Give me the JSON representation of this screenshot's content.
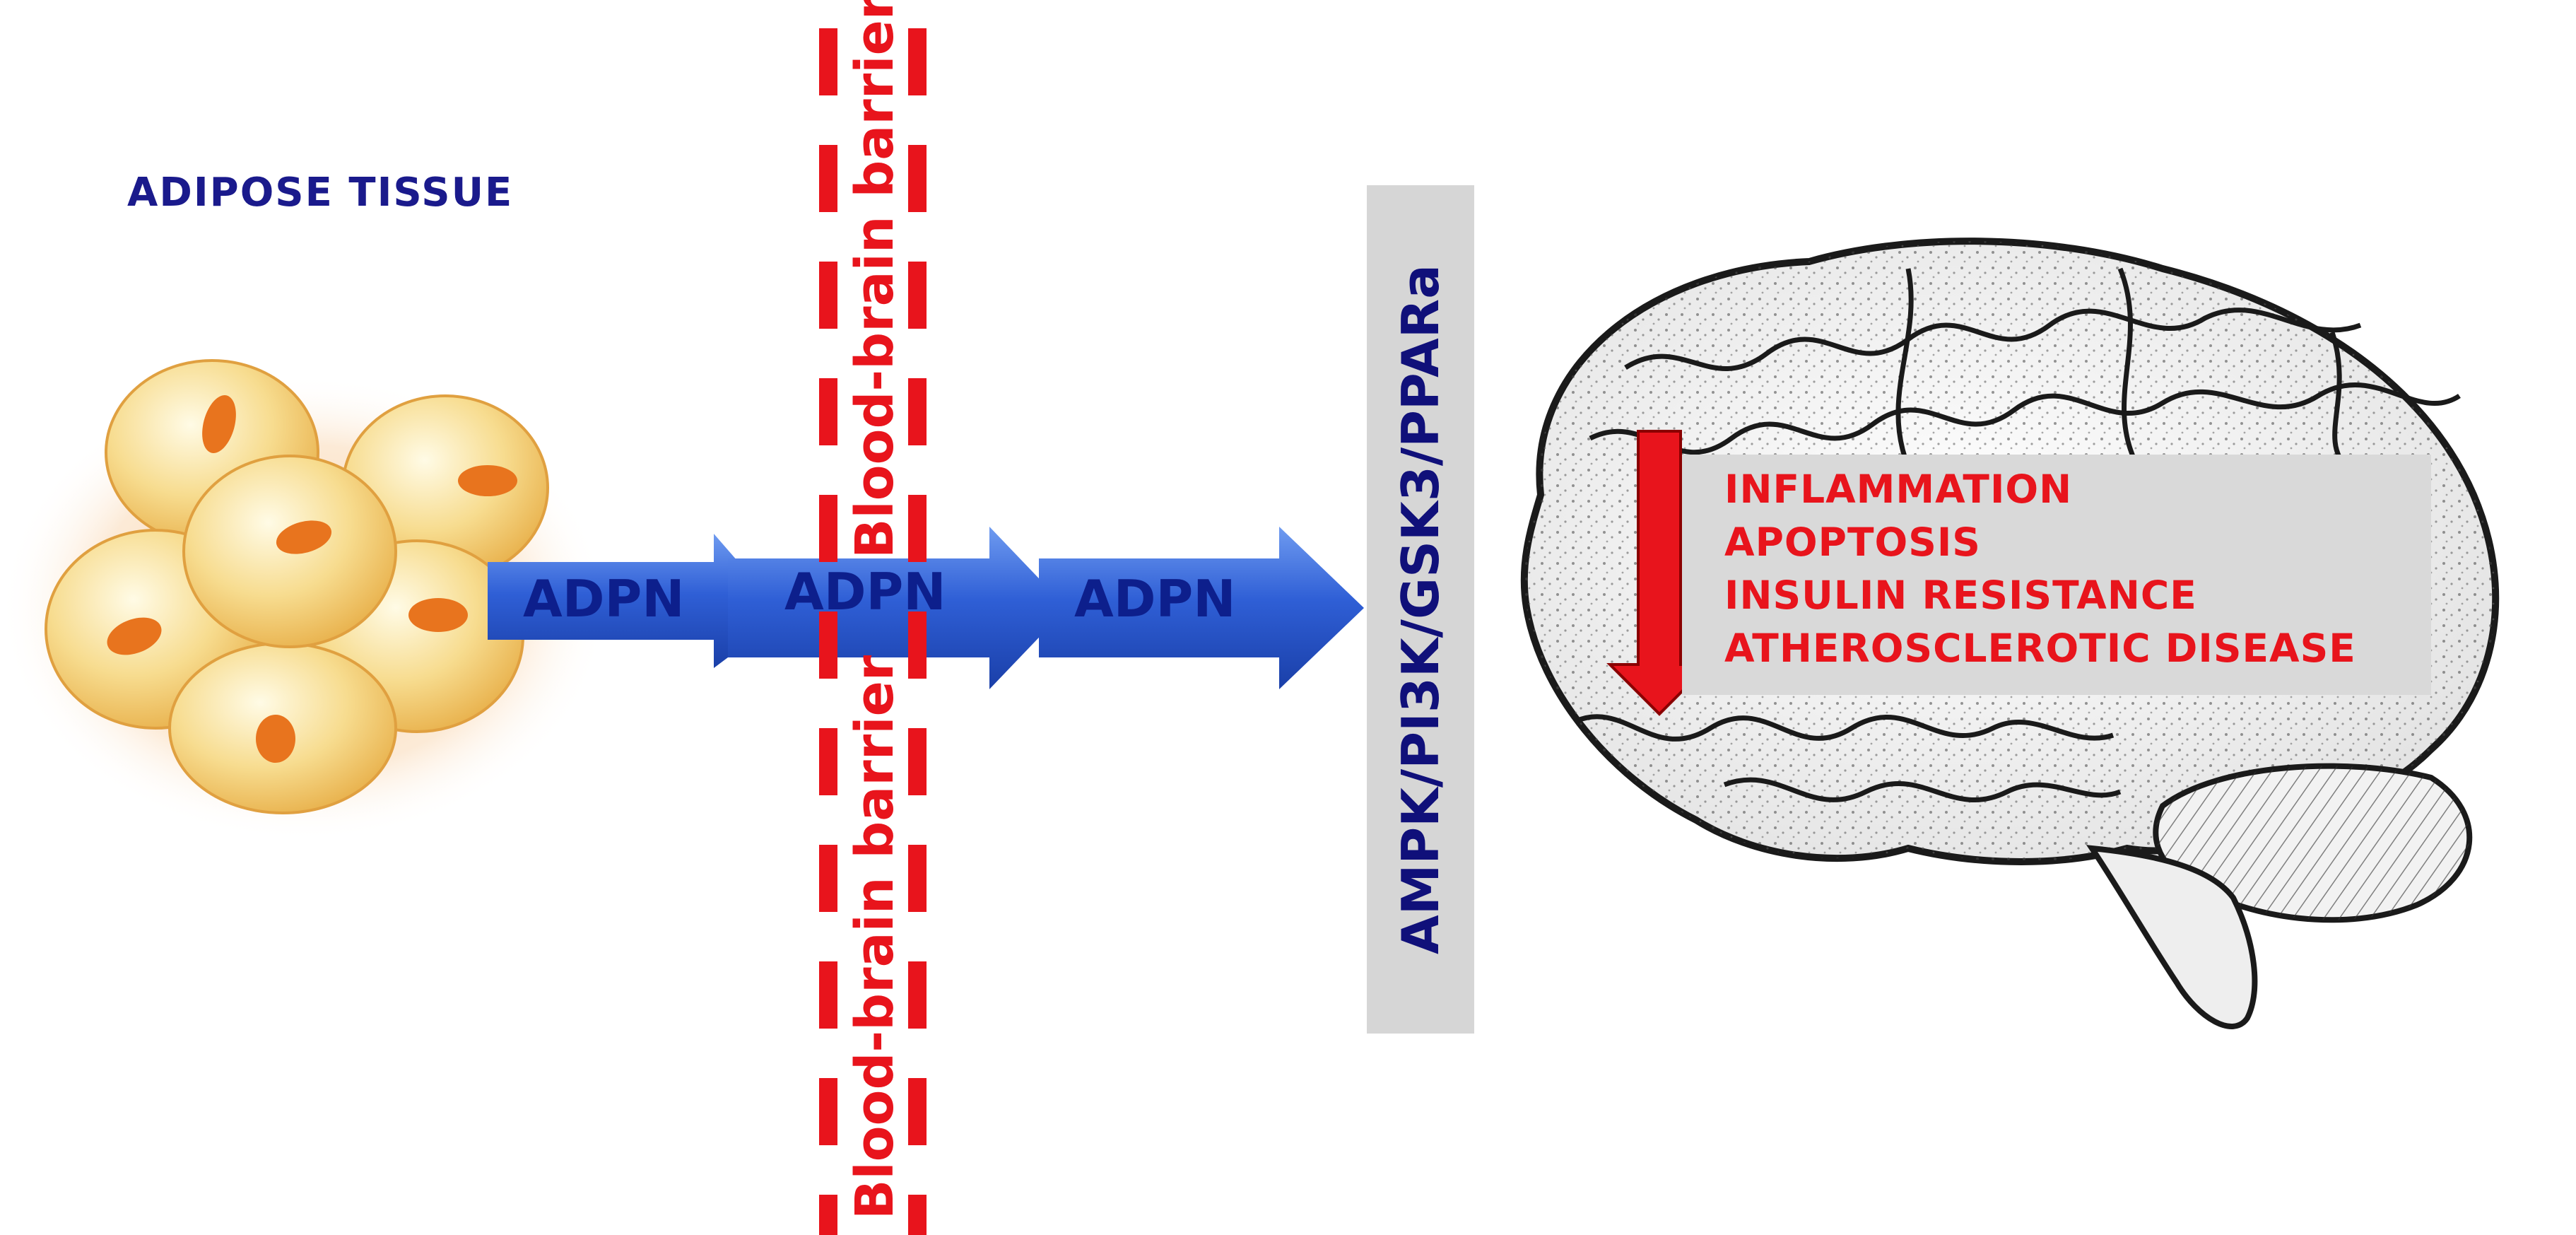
{
  "adipose": {
    "title": "ADIPOSE TISSUE"
  },
  "arrows": {
    "labels": [
      "ADPN",
      "ADPN",
      "ADPN"
    ]
  },
  "barrier": {
    "label_top": "Blood-brain barrier",
    "label_bottom": "Blood-brain barrier",
    "color": "#e8141c"
  },
  "pathway": {
    "label": "AMPK/PI3K/GSK3/PPARa"
  },
  "effects": {
    "items": [
      "INFLAMMATION",
      "APOPTOSIS",
      "INSULIN RESISTANCE",
      "ATHEROSCLEROTIC DISEASE"
    ],
    "color": "#e8141c"
  },
  "colors": {
    "arrow": "#2f5fd6",
    "text_dark": "#0d1f8c",
    "box_gray": "#d6d6d6"
  }
}
